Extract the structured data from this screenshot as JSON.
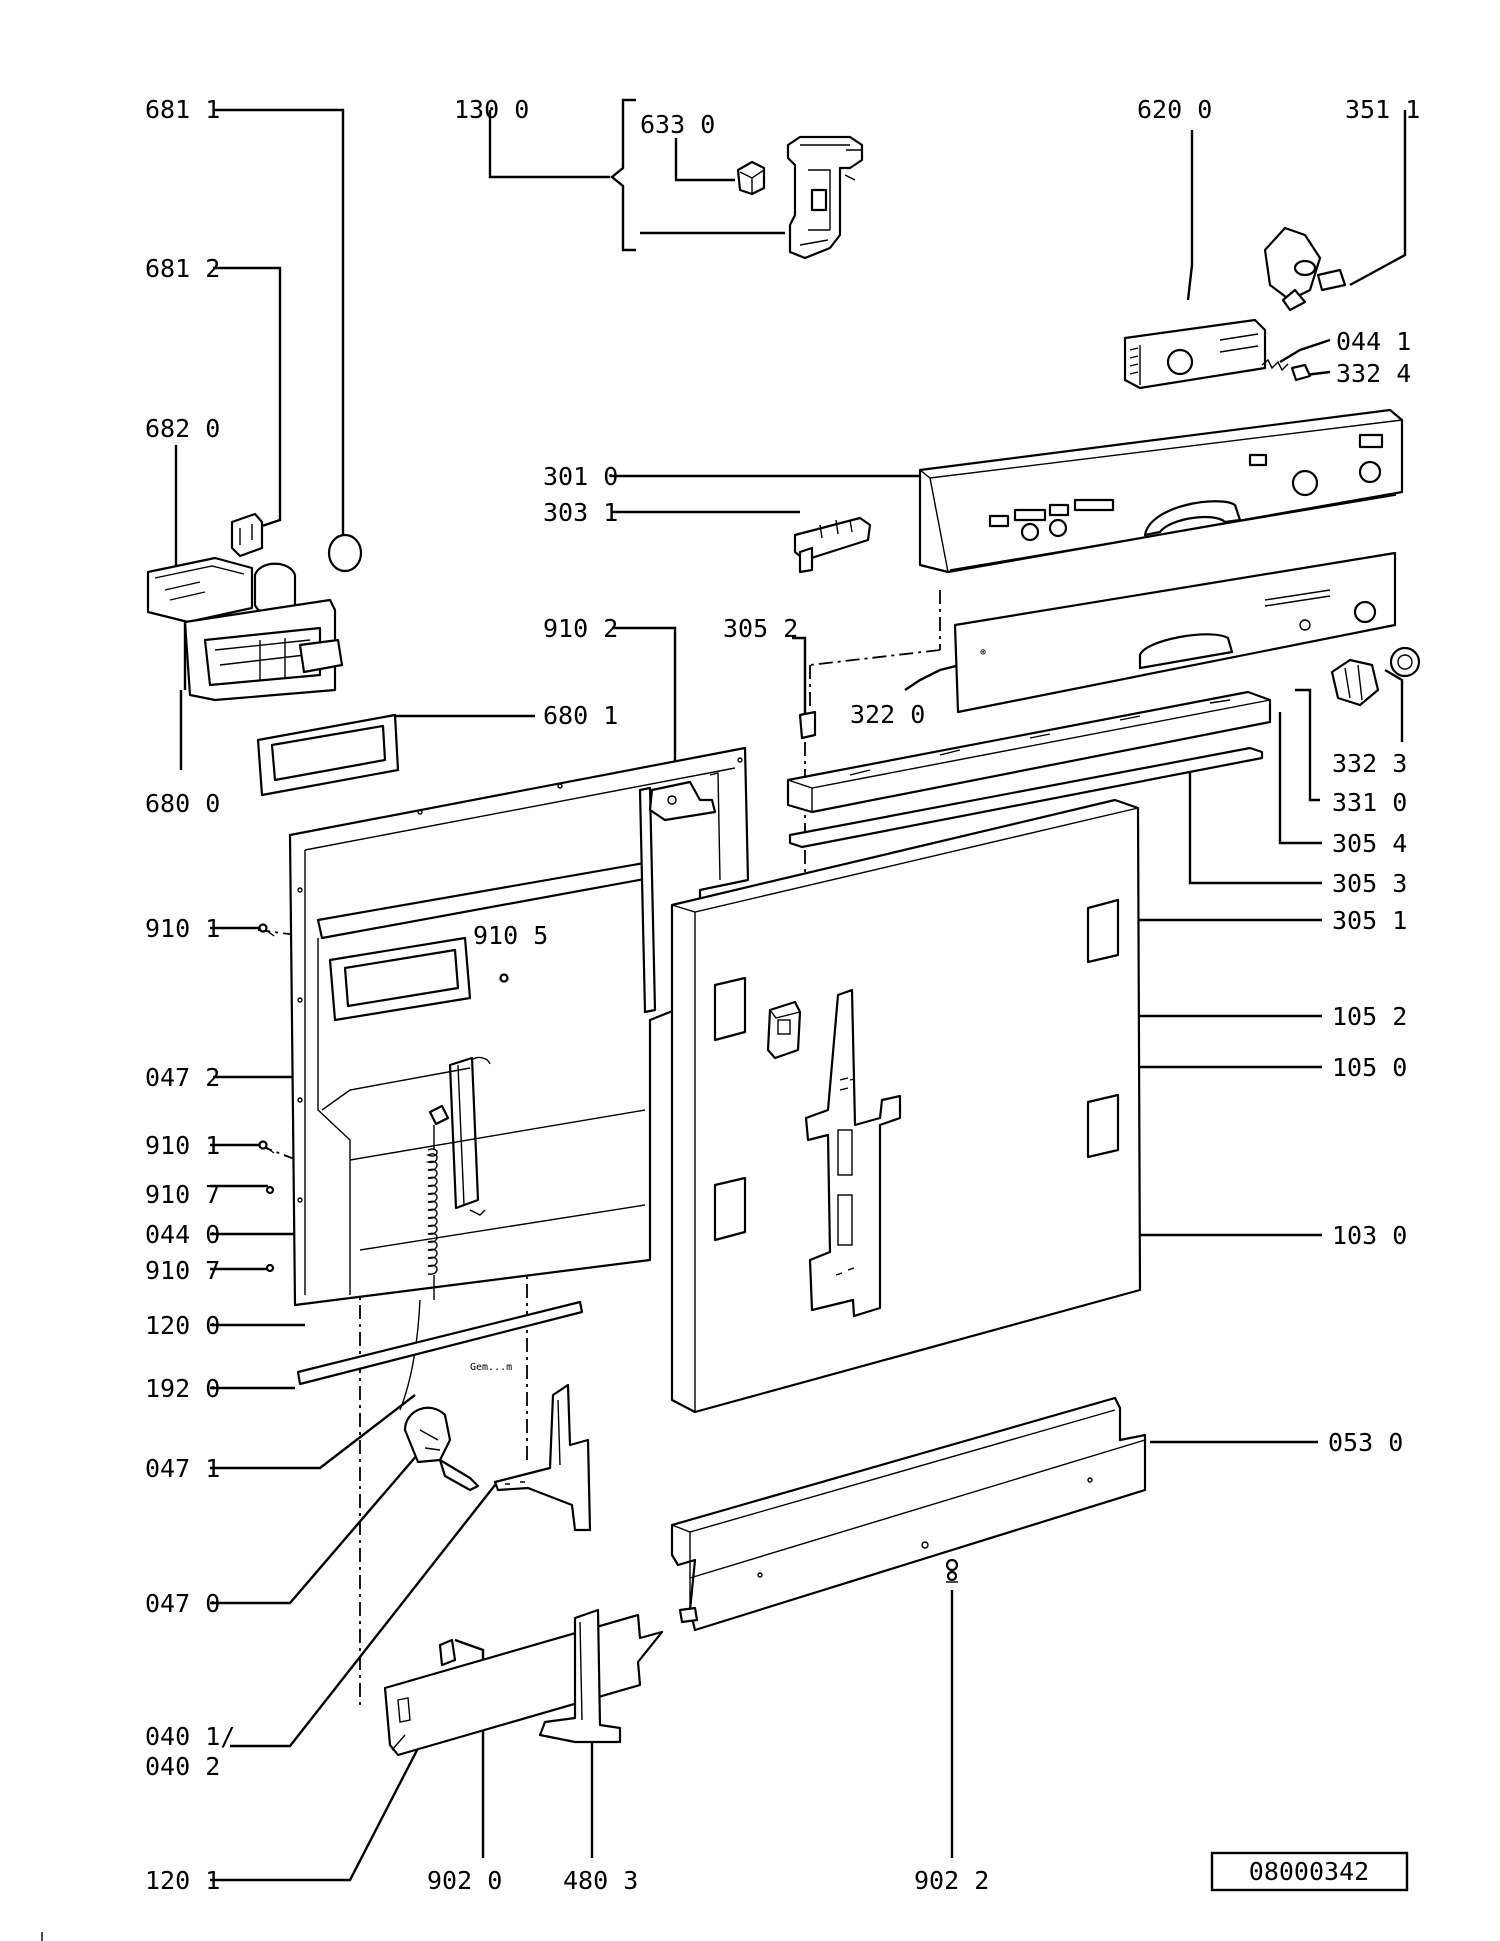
{
  "document_number": "08000342",
  "callouts": [
    {
      "id": "681-1",
      "label": "681 1"
    },
    {
      "id": "130-0",
      "label": "130 0"
    },
    {
      "id": "633-0",
      "label": "633 0"
    },
    {
      "id": "620-0",
      "label": "620 0"
    },
    {
      "id": "351-1",
      "label": "351 1"
    },
    {
      "id": "681-2",
      "label": "681 2"
    },
    {
      "id": "044-1",
      "label": "044 1"
    },
    {
      "id": "332-4",
      "label": "332 4"
    },
    {
      "id": "682-0",
      "label": "682 0"
    },
    {
      "id": "301-0",
      "label": "301 0"
    },
    {
      "id": "303-1",
      "label": "303 1"
    },
    {
      "id": "910-2",
      "label": "910 2"
    },
    {
      "id": "305-2",
      "label": "305 2"
    },
    {
      "id": "322-0",
      "label": "322 0"
    },
    {
      "id": "680-1",
      "label": "680 1"
    },
    {
      "id": "332-3",
      "label": "332 3"
    },
    {
      "id": "680-0",
      "label": "680 0"
    },
    {
      "id": "331-0",
      "label": "331 0"
    },
    {
      "id": "305-4",
      "label": "305 4"
    },
    {
      "id": "305-3",
      "label": "305 3"
    },
    {
      "id": "910-1a",
      "label": "910 1"
    },
    {
      "id": "910-5",
      "label": "910 5"
    },
    {
      "id": "305-1",
      "label": "305 1"
    },
    {
      "id": "105-2",
      "label": "105 2"
    },
    {
      "id": "047-2",
      "label": "047 2"
    },
    {
      "id": "105-0",
      "label": "105 0"
    },
    {
      "id": "910-1b",
      "label": "910 1"
    },
    {
      "id": "910-7a",
      "label": "910 7"
    },
    {
      "id": "044-0",
      "label": "044 0"
    },
    {
      "id": "103-0",
      "label": "103 0"
    },
    {
      "id": "910-7b",
      "label": "910 7"
    },
    {
      "id": "120-0",
      "label": "120 0"
    },
    {
      "id": "192-0",
      "label": "192 0"
    },
    {
      "id": "053-0",
      "label": "053 0"
    },
    {
      "id": "047-1",
      "label": "047 1"
    },
    {
      "id": "047-0",
      "label": "047 0"
    },
    {
      "id": "040-1",
      "label": "040 1/"
    },
    {
      "id": "040-2",
      "label": "040 2"
    },
    {
      "id": "120-1",
      "label": "120 1"
    },
    {
      "id": "902-0",
      "label": "902 0"
    },
    {
      "id": "480-3",
      "label": "480 3"
    },
    {
      "id": "902-2",
      "label": "902 2"
    }
  ]
}
